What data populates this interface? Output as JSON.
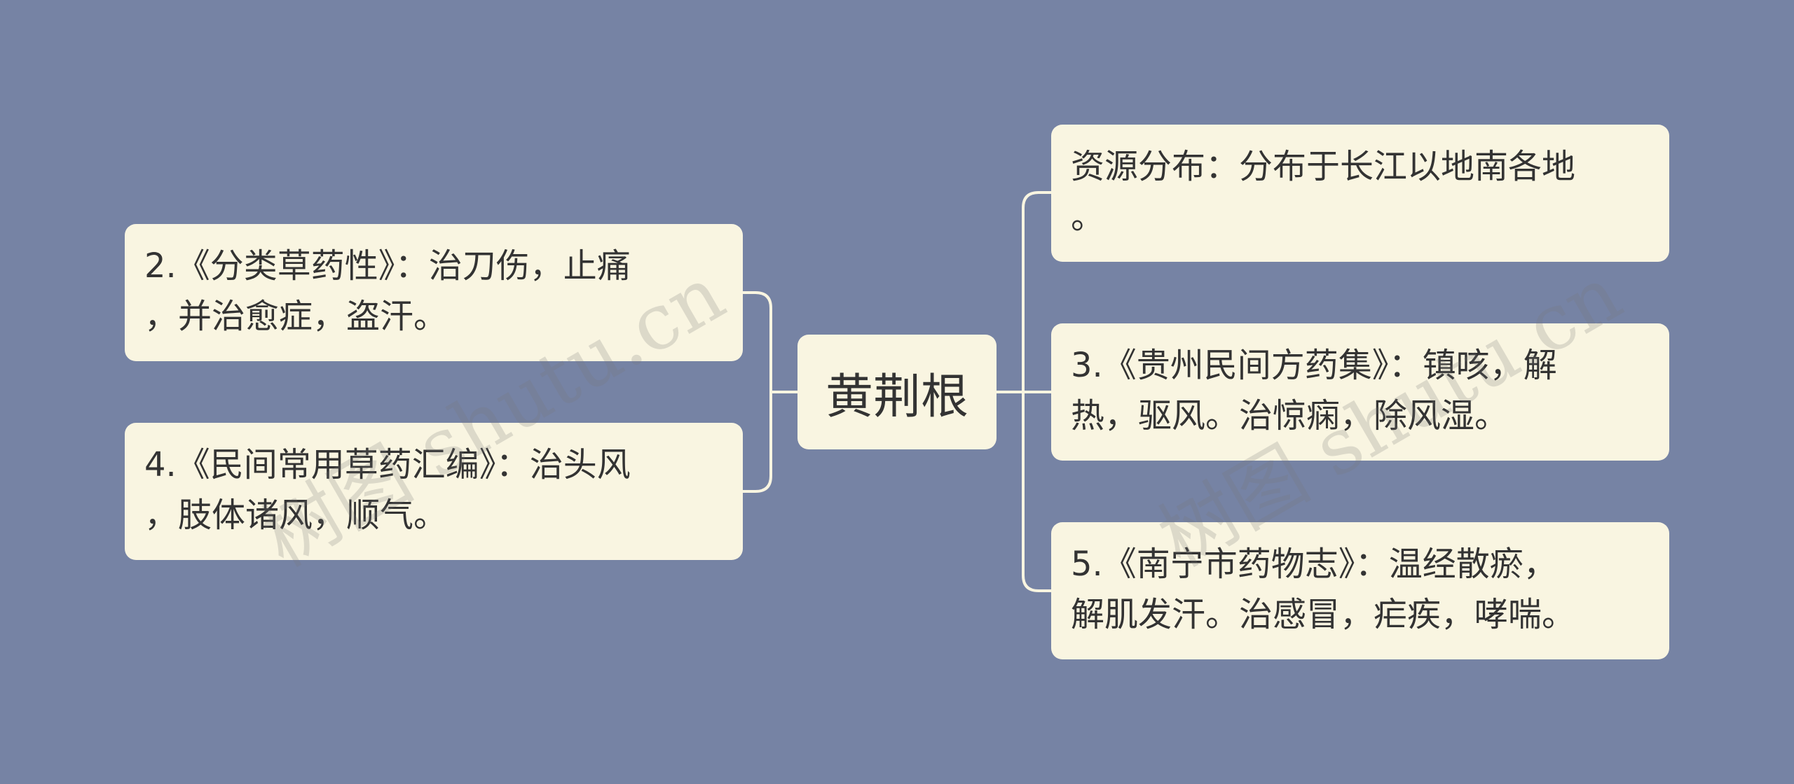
{
  "root": {
    "label": "黄荆根"
  },
  "left_branches": [
    {
      "label": "2.《分类草药性》：治刀伤，止痛\n，并治愈症，盗汗。"
    },
    {
      "label": "4.《民间常用草药汇编》：治头风\n，肢体诸风，顺气。"
    }
  ],
  "right_branches": [
    {
      "label": "资源分布：分布于长江以地南各地\n。"
    },
    {
      "label": "3.《贵州民间方药集》：镇咳，解\n热，驱风。治惊痫，除风湿。"
    },
    {
      "label": "5.《南宁市药物志》：温经散瘀，\n解肌发汗。治感冒，疟疾，哮喘。"
    }
  ],
  "watermarks": [
    "树图 shutu.cn",
    "树图 shutu.cn"
  ],
  "colors": {
    "background": "#7683a4",
    "node_fill": "#f9f5e1",
    "connector": "#f9f5e1",
    "text": "#333333"
  }
}
